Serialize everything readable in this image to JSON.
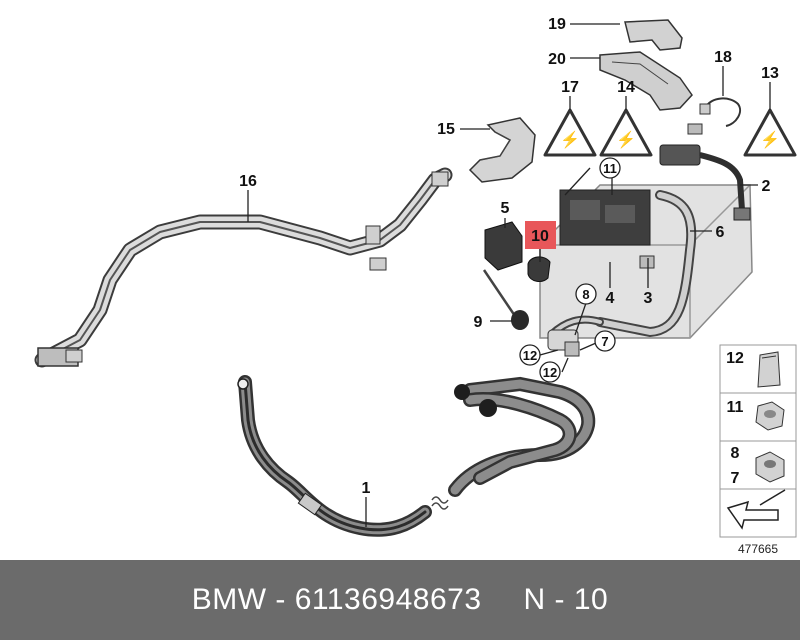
{
  "callouts": {
    "c1": "1",
    "c2": "2",
    "c3": "3",
    "c4": "4",
    "c5": "5",
    "c6": "6",
    "c7": "7",
    "c8": "8",
    "c9": "9",
    "c10": "10",
    "c11": "11",
    "c12a": "12",
    "c12b": "12",
    "c13": "13",
    "c14": "14",
    "c15": "15",
    "c16": "16",
    "c17": "17",
    "c18": "18",
    "c19": "19",
    "c20": "20"
  },
  "highlight": {
    "callout": "10",
    "color": "#e8575a"
  },
  "parts_legend": [
    {
      "number": "12",
      "part": "clip-sleeve"
    },
    {
      "number": "11",
      "part": "hex-nut"
    },
    {
      "number": "8",
      "part": "self-locking-nut"
    },
    {
      "number": "7",
      "part": "self-locking-nut"
    }
  ],
  "illustration_id": "477665",
  "footer": {
    "brand_part": "BMW - 61136948673",
    "position": "N - 10"
  },
  "colors": {
    "footer_bg": "#6b6b6b",
    "cable": "#3a3a3a",
    "battery": "#d8d8d8"
  }
}
